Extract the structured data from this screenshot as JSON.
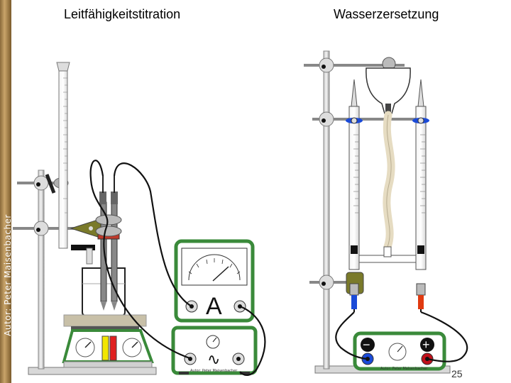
{
  "titles": {
    "left": "Leitfähigkeitstitration",
    "right": "Wasserzersetzung"
  },
  "author": "Autor: Peter Maisenbacher",
  "page_number": "25",
  "meter": {
    "unit_label": "A",
    "ac_symbol": "∿",
    "maker_label": "Autor: Peter Maisenbacher"
  },
  "power_supply": {
    "minus_symbol": "−",
    "plus_symbol": "+",
    "maker_label": "Autor: Peter Maisenbacher"
  },
  "colors": {
    "device_green": "#3a8a3a",
    "stand_gray": "#9a9a9a",
    "clamp_olive": "#7a7a2a",
    "electrode_red": "#c0392b",
    "electrode_blue": "#1a4ad8",
    "hose_beige": "#e6dcc2",
    "stirrer_yellow": "#f2e600",
    "stirrer_red": "#e02020"
  }
}
